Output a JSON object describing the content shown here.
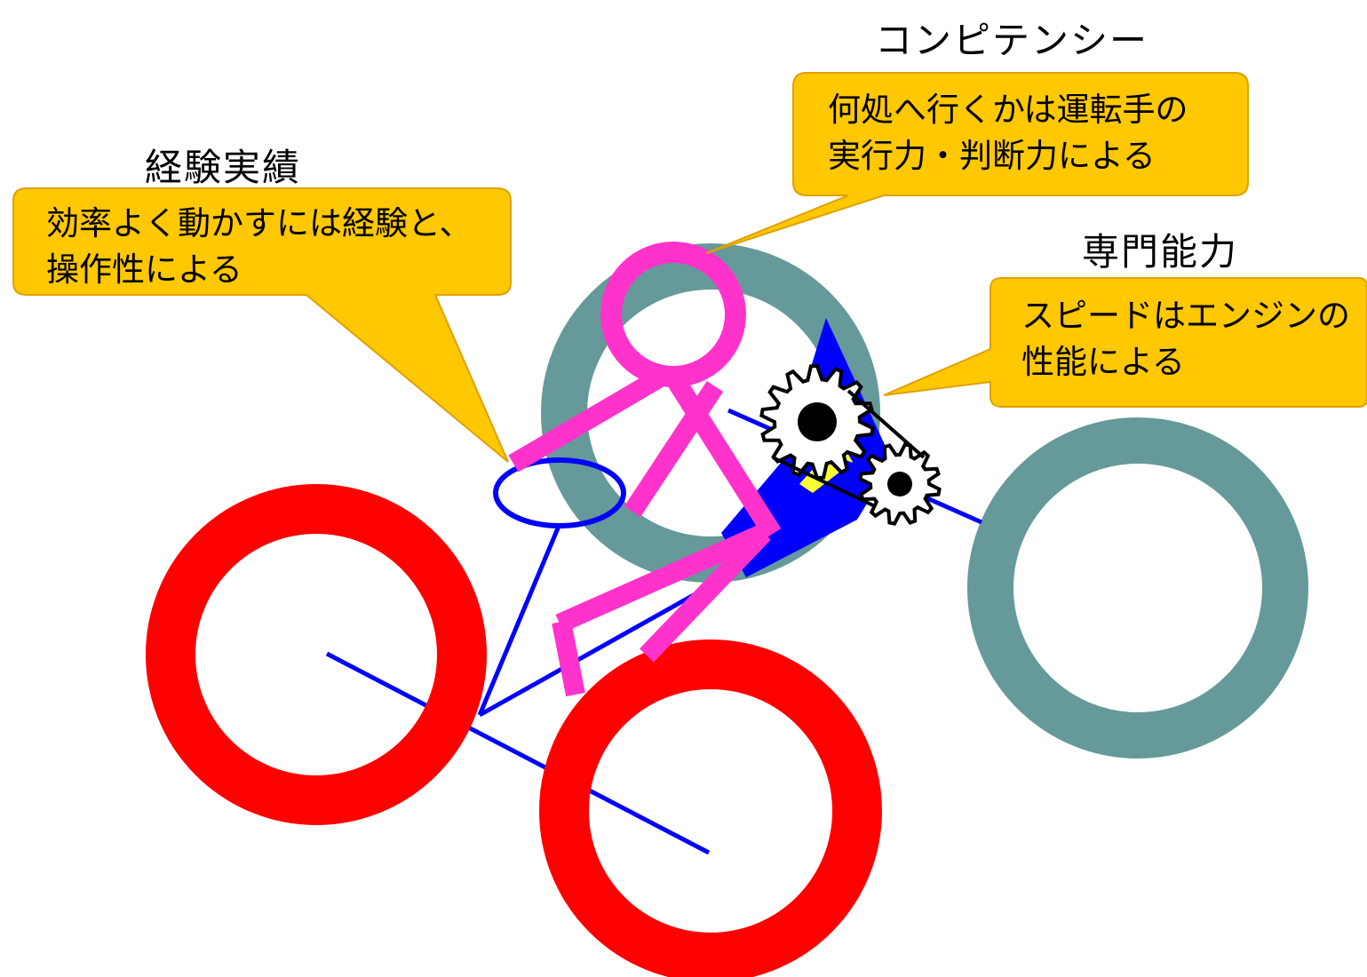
{
  "headings": {
    "competency": "コンピテンシー",
    "experience": "経験実績",
    "expertise": "専門能力"
  },
  "callouts": {
    "competency": {
      "line1": "何処へ行くかは運転手の",
      "line2": "実行力・判断力による"
    },
    "experience": {
      "line1": "効率よく動かすには経験と、",
      "line2": "操作性による"
    },
    "expertise": {
      "line1": "スピードはエンジンの",
      "line2": "性能による"
    }
  },
  "colors": {
    "callout_fill": "#FFC800",
    "callout_stroke": "#E0A000",
    "red_wheel": "#FF0000",
    "teal_wheel": "#669999",
    "rider": "#FF33CC",
    "frame": "#0000FF",
    "gear": "#000000"
  }
}
